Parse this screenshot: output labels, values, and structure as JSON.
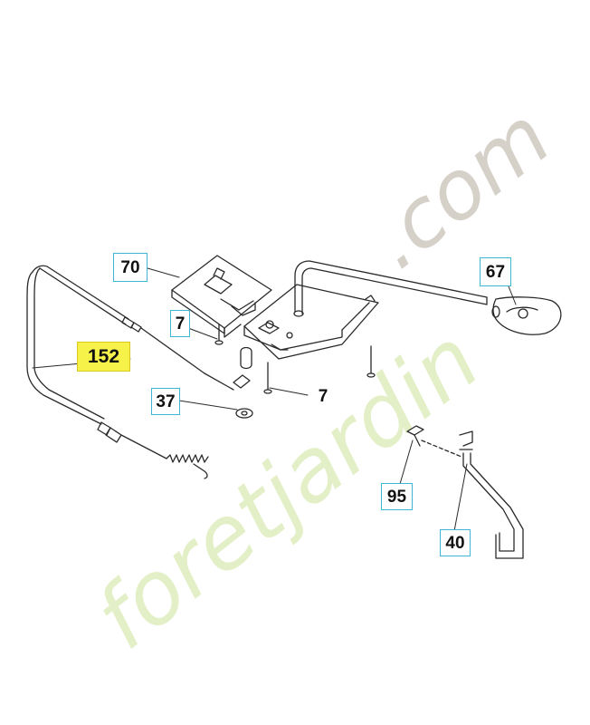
{
  "callouts": {
    "c70": "70",
    "c67": "67",
    "c7a": "7",
    "c7b": "7",
    "c152": "152",
    "c37": "37",
    "c95": "95",
    "c40": "40"
  },
  "highlighted_part": "152",
  "watermark": {
    "text_brand": "foretjardin",
    "text_suffix": ".com",
    "color_brand": "#dfeec0",
    "color_suffix": "#d2cdc3"
  },
  "colors": {
    "callout_border": "#3fb6d8",
    "highlight_fill": "#f6f24a",
    "line": "#2a2a2a"
  }
}
